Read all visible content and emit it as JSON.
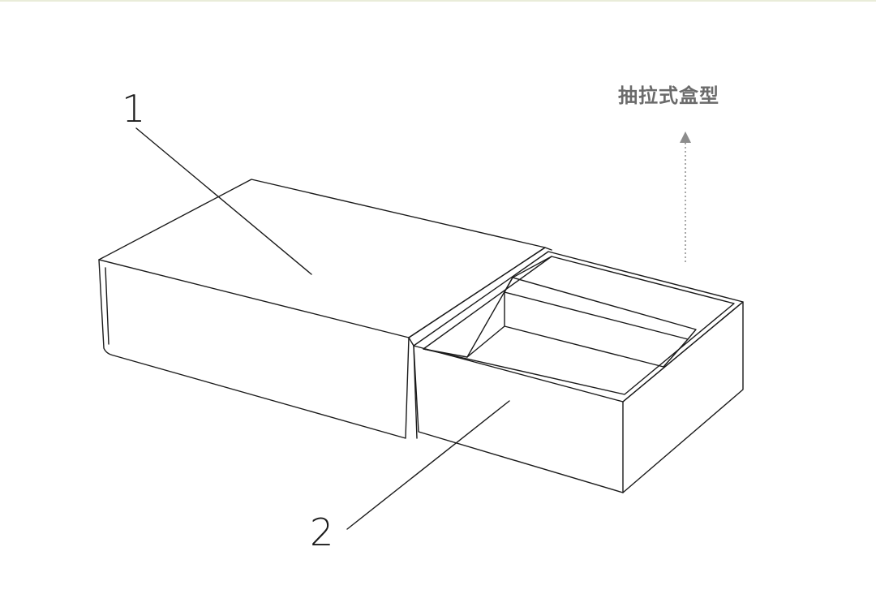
{
  "caption": "抽拉式盒型",
  "callouts": {
    "part_1": "1",
    "part_2": "2"
  },
  "colors": {
    "line": "#1a1a1a",
    "caption": "#6b6b6b",
    "arrow": "#8c8c8c",
    "background": "#ffffff"
  }
}
